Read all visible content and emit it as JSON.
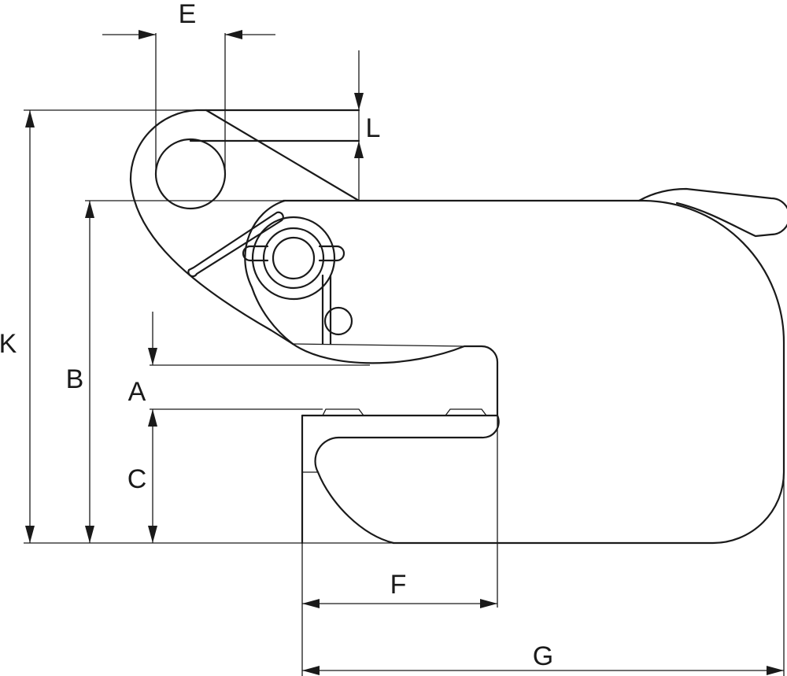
{
  "diagram": {
    "labels": {
      "E": "E",
      "L": "L",
      "K": "K",
      "B": "B",
      "A": "A",
      "C": "C",
      "F": "F",
      "G": "G"
    }
  }
}
